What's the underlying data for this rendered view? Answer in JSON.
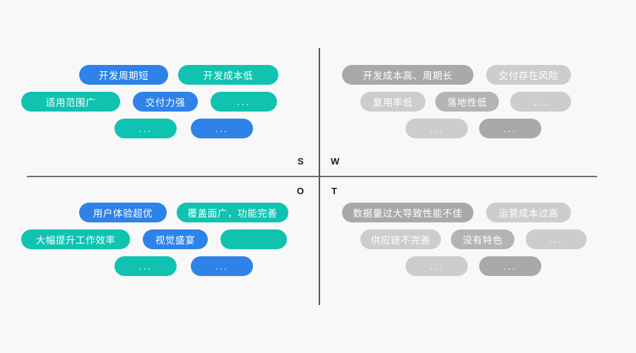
{
  "background_color": "#f8f8f8",
  "axes": {
    "horizontal_color": "#6e6e6e",
    "vertical_color": "#555555"
  },
  "axis_labels": {
    "s": "S",
    "w": "W",
    "o": "O",
    "t": "T"
  },
  "palette": {
    "blue": "#2f82e8",
    "teal": "#10c3b0",
    "gray_dark": "#a9a9a9",
    "gray_mid": "#b4b4b4",
    "gray_light": "#cdcdcd",
    "pill_text": "#ffffff",
    "axis_label_text": "#1b1b1b"
  },
  "quadrants": {
    "strengths": {
      "key": "S",
      "rows": [
        [
          {
            "label": "开发周期短",
            "color": "blue",
            "width": 126
          },
          {
            "label": "开发成本低",
            "color": "teal",
            "width": 142
          }
        ],
        [
          {
            "label": "适用范围广",
            "color": "teal",
            "width": 140
          },
          {
            "label": "交付力强",
            "color": "blue",
            "width": 92
          },
          {
            "label": "...",
            "color": "teal",
            "width": 94
          }
        ],
        [
          {
            "label": "...",
            "color": "teal",
            "width": 88
          },
          {
            "label": "...",
            "color": "blue",
            "width": 88
          }
        ]
      ]
    },
    "weaknesses": {
      "key": "W",
      "rows": [
        [
          {
            "label": "开发成本高、周期长",
            "color": "gray_dark",
            "width": 186
          },
          {
            "label": "交付存在风险",
            "color": "gray_light",
            "width": 120
          }
        ],
        [
          {
            "label": "复用率低",
            "color": "gray_light",
            "width": 92
          },
          {
            "label": "落地性低",
            "color": "gray_mid",
            "width": 90
          },
          {
            "label": "...",
            "color": "gray_light",
            "width": 86
          }
        ],
        [
          {
            "label": "...",
            "color": "gray_light",
            "width": 88
          },
          {
            "label": "...",
            "color": "gray_dark",
            "width": 88
          }
        ]
      ]
    },
    "opportunities": {
      "key": "O",
      "rows": [
        [
          {
            "label": "用户体验超优",
            "color": "blue",
            "width": 124
          },
          {
            "label": "覆盖面广，功能完善",
            "color": "teal",
            "width": 158
          }
        ],
        [
          {
            "label": "大幅提升工作效率",
            "color": "teal",
            "width": 154
          },
          {
            "label": "视觉盛宴",
            "color": "blue",
            "width": 92
          },
          {
            "label": "",
            "color": "teal",
            "width": 94
          }
        ],
        [
          {
            "label": "...",
            "color": "teal",
            "width": 88
          },
          {
            "label": "...",
            "color": "blue",
            "width": 88
          }
        ]
      ]
    },
    "threats": {
      "key": "T",
      "rows": [
        [
          {
            "label": "数据量过大导致性能不佳",
            "color": "gray_dark",
            "width": 186
          },
          {
            "label": "运营成本过高",
            "color": "gray_light",
            "width": 120
          }
        ],
        [
          {
            "label": "供应链不完善",
            "color": "gray_light",
            "width": 114
          },
          {
            "label": "没有特色",
            "color": "gray_mid",
            "width": 90
          },
          {
            "label": "...",
            "color": "gray_light",
            "width": 86
          }
        ],
        [
          {
            "label": "...",
            "color": "gray_light",
            "width": 88
          },
          {
            "label": "...",
            "color": "gray_dark",
            "width": 88
          }
        ]
      ]
    }
  },
  "layout_offsets": {
    "strengths": [
      [
        82,
        14
      ],
      [
        0,
        18,
        18
      ],
      [
        132,
        20
      ]
    ],
    "weaknesses": [
      [
        16,
        18
      ],
      [
        42,
        14,
        16
      ],
      [
        106,
        16
      ]
    ],
    "opportunities": [
      [
        82,
        14
      ],
      [
        0,
        18,
        18
      ],
      [
        132,
        20
      ]
    ],
    "threats": [
      [
        16,
        18
      ],
      [
        42,
        14,
        16
      ],
      [
        106,
        16
      ]
    ]
  }
}
